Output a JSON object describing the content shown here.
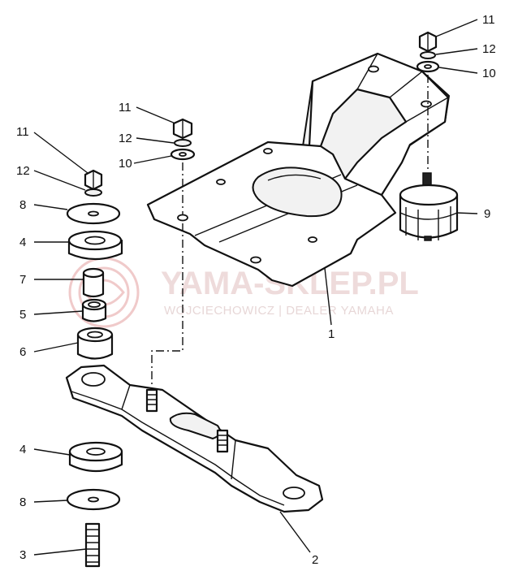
{
  "watermark": {
    "brand": "YAMA-SKLEP.PL",
    "tagline": "WOJCIECHOWICZ | DEALER YAMAHA"
  },
  "callouts": {
    "c11_topright": "11",
    "c12_topright": "12",
    "c10_topright": "10",
    "c11_mid": "11",
    "c12_mid": "12",
    "c10_mid": "10",
    "c11_left": "11",
    "c12_left": "12",
    "c8_upper": "8",
    "c4_upper": "4",
    "c7": "7",
    "c5": "5",
    "c6": "6",
    "c9": "9",
    "c1": "1",
    "c4_lower": "4",
    "c8_lower": "8",
    "c3": "3",
    "c2": "2"
  }
}
